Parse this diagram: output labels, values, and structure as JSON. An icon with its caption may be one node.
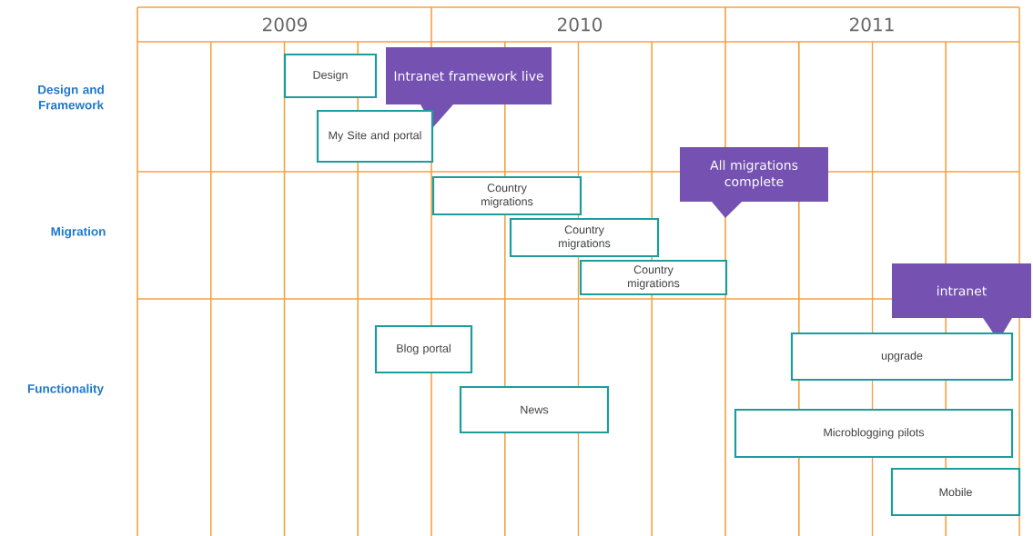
{
  "diagram": {
    "nodes": [
      {
        "text": [
          "Design"
        ]
      },
      {
        "text": [
          "Intranet framework live"
        ]
      },
      {
        "text": [
          "My Site and portal"
        ]
      },
      {
        "text": [
          "All migrations complete"
        ]
      },
      {
        "text": [
          "Country migrations"
        ]
      },
      {
        "text": [
          "Country migrations"
        ]
      },
      {
        "text": [
          "Country migrations"
        ]
      },
      {
        "text": [
          "intranet"
        ]
      },
      {
        "text": [
          "Blog portal"
        ]
      },
      {
        "text": [
          "upgrade"
        ]
      },
      {
        "text": [
          "News"
        ]
      },
      {
        "text": [
          "Microblogging pilots"
        ]
      },
      {
        "text": [
          "Mobile"
        ]
      }
    ],
    "labels": [
      "2009",
      "2010",
      "2011",
      "Design and Framework",
      "Migration",
      "Functionality"
    ]
  }
}
